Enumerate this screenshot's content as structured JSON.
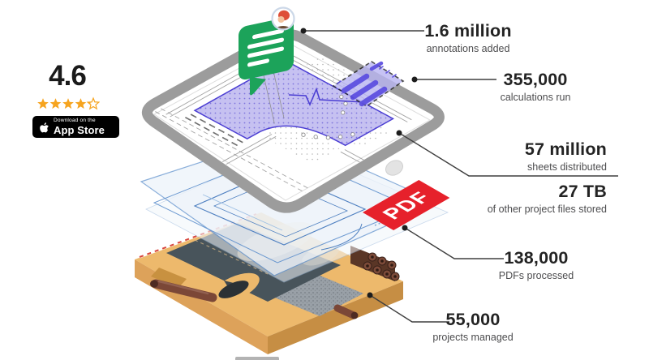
{
  "rating": {
    "value": "4.6",
    "stars_display": 4.5,
    "badge": {
      "line1": "Download on the",
      "line2": "App Store"
    }
  },
  "stats": [
    {
      "value": "1.6 million",
      "label": "annotations added"
    },
    {
      "value": "355,000",
      "label": "calculations run"
    },
    {
      "value": "57 million",
      "label": "sheets distributed"
    },
    {
      "value": "27 TB",
      "label": "of other project files stored"
    },
    {
      "value": "138,000",
      "label": "PDFs processed"
    },
    {
      "value": "55,000",
      "label": "projects managed"
    }
  ],
  "illustration": {
    "pdf_label": "PDF",
    "icons": {
      "annotation": "green-speech-bubble-with-avatar",
      "calculation": "purple-measurement-tile",
      "pdf": "red-pdf-badge",
      "layers": "tablet-blueprint-sheets-jobsite-base"
    }
  },
  "colors": {
    "accent_purple": "#4c3fd3",
    "green": "#1ca35a",
    "pdf_red": "#e6212b",
    "star_orange": "#f6a41f",
    "base_tan": "#edb96c",
    "frame_gray": "#9c9c9c",
    "sheet_blue": "#4d7fc0",
    "text_dark": "#232323",
    "text_gray": "#4c4c4e"
  }
}
